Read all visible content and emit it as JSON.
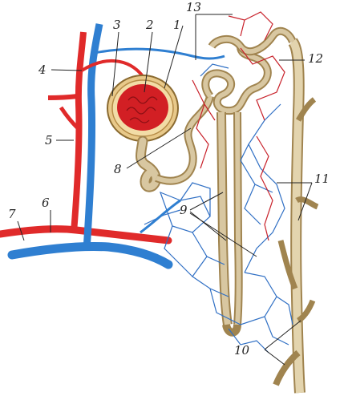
{
  "labels": {
    "l1": "1",
    "l2": "2",
    "l3": "3",
    "l4": "4",
    "l5": "5",
    "l6": "6",
    "l7": "7",
    "l8": "8",
    "l9": "9",
    "l10": "10",
    "l11": "11",
    "l12": "12",
    "l13": "13"
  },
  "colors": {
    "artery": "#e02a2a",
    "vein": "#2f7fd1",
    "tubule": "#d8c7a1",
    "tubule_edge": "#a0844f",
    "glomerulus": "#d21f24",
    "capillary_blue": "#2f6fc4",
    "capillary_red": "#c8212a",
    "capsule": "#c89a4a"
  }
}
